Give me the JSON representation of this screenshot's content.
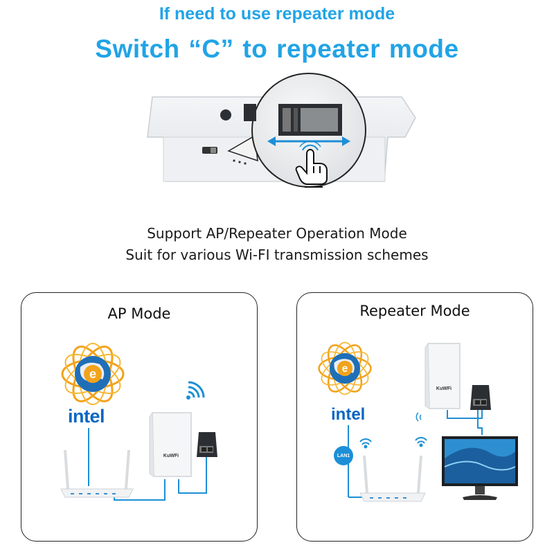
{
  "header": {
    "line1": "If need to use repeater mode",
    "line2": "Switch  “C”  to repeater mode"
  },
  "description": {
    "line1": "Support AP/Repeater Operation Mode",
    "line2": "Suit for various Wi-FI transmission schemes"
  },
  "ap_panel": {
    "title": "AP Mode",
    "intel_label": "intel",
    "device_brand": "KuWFi"
  },
  "repeater_panel": {
    "title": "Repeater Mode",
    "intel_label": "intel",
    "device_brand": "KuWFi",
    "port_label": "LAN1"
  },
  "colors": {
    "accent": "#21a4e6",
    "cable": "#1d8fd6",
    "text": "#1a1a1a"
  }
}
